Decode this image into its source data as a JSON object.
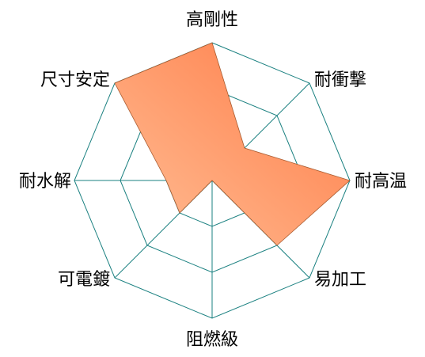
{
  "chart_data": {
    "type": "radar",
    "axes": [
      "高剛性",
      "耐衝撃",
      "耐高温",
      "易加工",
      "阻燃級",
      "可電鍍",
      "耐水解",
      "尺寸安定"
    ],
    "levels": 3,
    "range": [
      0,
      3
    ],
    "grid": true,
    "series": [
      {
        "values": [
          3.0,
          1.0,
          3.0,
          2.0,
          0.0,
          1.0,
          1.0,
          3.0
        ]
      }
    ],
    "colors": {
      "grid": "#1a8080",
      "fill_light": "#ffbf96",
      "fill_dark": "#ff7a45",
      "stroke": "#a85a2e"
    }
  }
}
